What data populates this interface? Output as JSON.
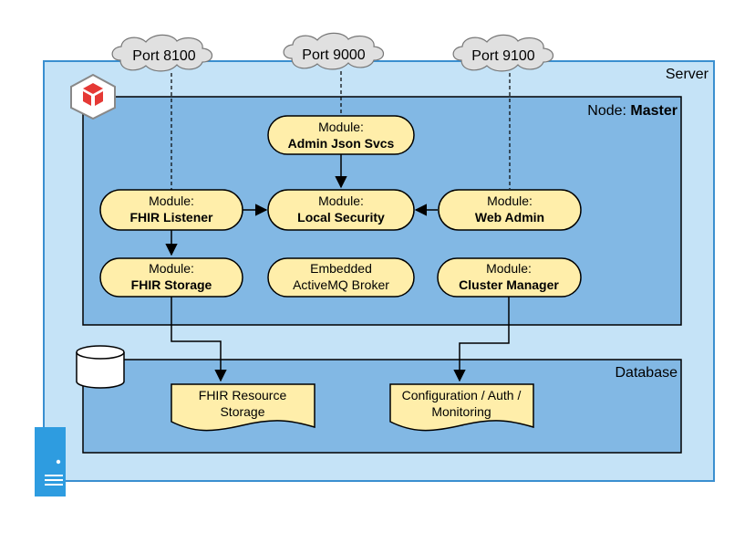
{
  "containers": {
    "server": "Server",
    "node_prefix": "Node: ",
    "node_name": "Master",
    "database": "Database"
  },
  "ports": [
    {
      "label": "Port 8100"
    },
    {
      "label": "Port 9000"
    },
    {
      "label": "Port 9100"
    }
  ],
  "modules": {
    "admin_json": {
      "line1": "Module:",
      "line2": "Admin Json Svcs"
    },
    "fhir_listener": {
      "line1": "Module:",
      "line2": "FHIR Listener"
    },
    "local_security": {
      "line1": "Module:",
      "line2": "Local Security"
    },
    "web_admin": {
      "line1": "Module:",
      "line2": "Web Admin"
    },
    "fhir_storage": {
      "line1": "Module:",
      "line2": "FHIR Storage"
    },
    "activemq": {
      "line1": "Embedded",
      "line2": "ActiveMQ Broker"
    },
    "cluster_manager": {
      "line1": "Module:",
      "line2": "Cluster Manager"
    }
  },
  "documents": {
    "fhir_resource": {
      "line1": "FHIR Resource",
      "line2": "Storage"
    },
    "config": {
      "line1": "Configuration / Auth /",
      "line2": "Monitoring"
    }
  },
  "colors": {
    "server_fill": "#c5e3f7",
    "node_fill": "#82b8e4",
    "module_fill": "#ffeeaa",
    "cloud_fill": "#e0e0e0",
    "accent_red": "#e53935",
    "server_icon": "#2e9ce0"
  }
}
